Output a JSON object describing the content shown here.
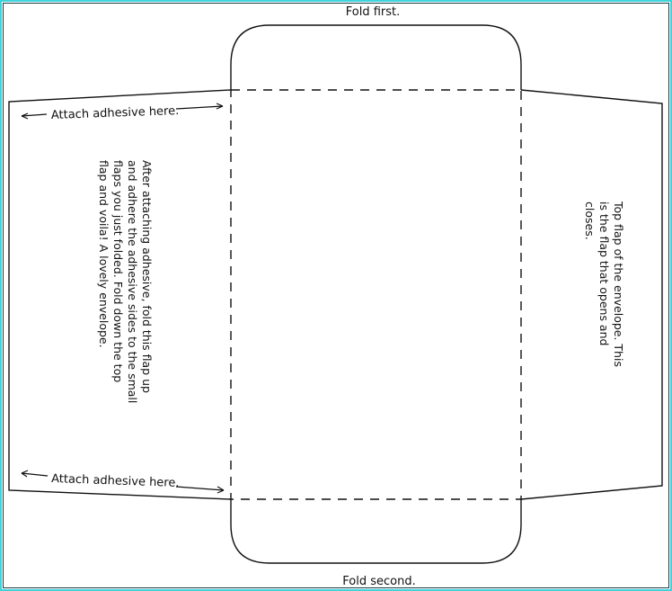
{
  "labels": {
    "fold_first": "Fold first.",
    "fold_second": "Fold second.",
    "attach_top": "Attach adhesive here.",
    "attach_bottom": "Attach adhesive here."
  },
  "left_flap_text": [
    "After attaching adhesive, fold this flap up",
    "and adhere the adhesive sides to the small",
    "flaps you just folded. Fold down the top",
    "flap and voila!  A lovely envelope."
  ],
  "right_flap_text": [
    "Top flap of the envelope. This",
    "is the flap that opens and",
    "closes."
  ],
  "colors": {
    "frame": "#3fd3dc",
    "line": "#111111"
  }
}
